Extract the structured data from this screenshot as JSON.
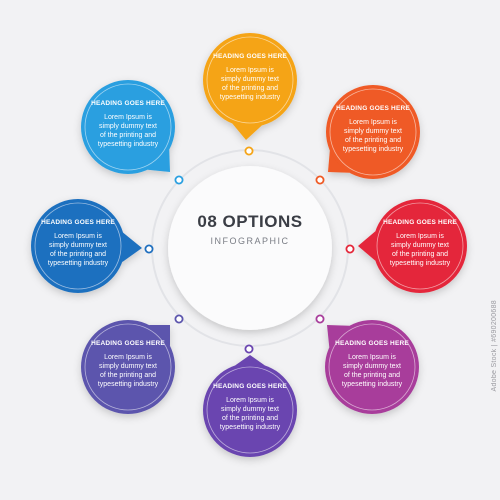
{
  "center": {
    "title": "08 OPTIONS",
    "subtitle": "INFOGRAPHIC"
  },
  "colors": {
    "background": "#f2f2f4",
    "ring": "#e2e3e7",
    "center_circle": "#fbfbfc",
    "text_dark": "#3a3d45"
  },
  "options": [
    {
      "id": "top",
      "heading": "HEADING GOES HERE",
      "body": [
        "Lorem Ipsum is",
        "simply dummy text",
        "of the printing and",
        "typesetting industry"
      ],
      "color": "#f5a417"
    },
    {
      "id": "top-right",
      "heading": "HEADING GOES HERE",
      "body": [
        "Lorem Ipsum is",
        "simply dummy text",
        "of the printing and",
        "typesetting industry"
      ],
      "color": "#ef5a25"
    },
    {
      "id": "right",
      "heading": "HEADING GOES HERE",
      "body": [
        "Lorem Ipsum is",
        "simply dummy text",
        "of the printing and",
        "typesetting industry"
      ],
      "color": "#e4273a"
    },
    {
      "id": "bottom-right",
      "heading": "HEADING GOES HERE",
      "body": [
        "Lorem Ipsum is",
        "simply dummy text",
        "of the printing and",
        "typesetting industry"
      ],
      "color": "#a83d9b"
    },
    {
      "id": "bottom",
      "heading": "HEADING GOES HERE",
      "body": [
        "Lorem Ipsum is",
        "simply dummy text",
        "of the printing and",
        "typesetting industry"
      ],
      "color": "#6a45b0"
    },
    {
      "id": "bottom-left",
      "heading": "HEADING GOES HERE",
      "body": [
        "Lorem Ipsum is",
        "simply dummy text",
        "of the printing and",
        "typesetting industry"
      ],
      "color": "#5c55ad"
    },
    {
      "id": "left",
      "heading": "HEADING GOES HERE",
      "body": [
        "Lorem Ipsum is",
        "simply dummy text",
        "of the printing and",
        "typesetting industry"
      ],
      "color": "#1f6fbf"
    },
    {
      "id": "top-left",
      "heading": "HEADING GOES HERE",
      "body": [
        "Lorem Ipsum is",
        "simply dummy text",
        "of the printing and",
        "typesetting industry"
      ],
      "color": "#2a9fe0"
    }
  ],
  "watermark": "Adobe Stock | #690200688"
}
